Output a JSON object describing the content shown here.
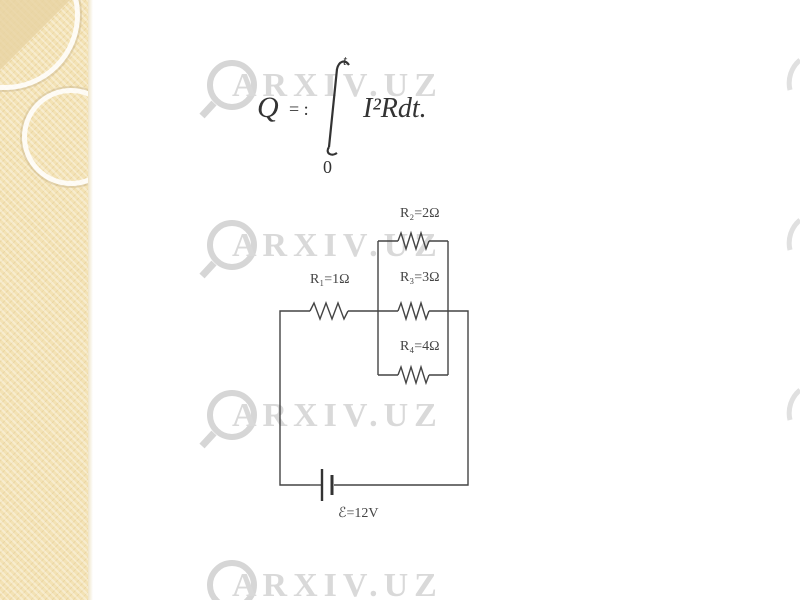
{
  "slide": {
    "colors": {
      "sidebar": "#f3e2b4",
      "ink": "#333333",
      "watermark": "#d9d9d9"
    }
  },
  "watermark": {
    "text": "ARXIV.UZ"
  },
  "formula": {
    "lhs": "Q",
    "equals": "= :",
    "upper_limit": "t",
    "lower_limit": "0",
    "integrand": "I²Rdt."
  },
  "circuit": {
    "resistors": [
      {
        "label": "R₁=1Ω"
      },
      {
        "label": "R₂=2Ω"
      },
      {
        "label": "R₃=3Ω"
      },
      {
        "label": "R₄=4Ω"
      }
    ],
    "source": {
      "label": "ℰ=12V"
    }
  }
}
